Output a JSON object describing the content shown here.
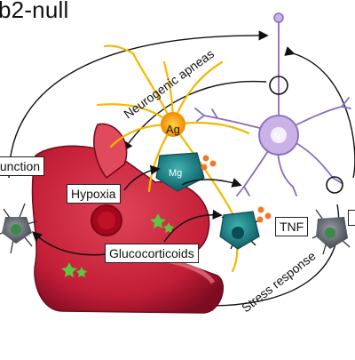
{
  "title": "b2-null",
  "labels": {
    "function": "function",
    "hypoxia": "Hypoxia",
    "glucocorticoids": "Glucocorticoids",
    "tnf": "TNF",
    "neurogenic_apneas": "Neurogenic apneas",
    "stress_response": "Stress response"
  },
  "cells": {
    "astrocyte": "Ag",
    "microglia": "Mg",
    "neuron": "N"
  },
  "colors": {
    "vessel": "#c8203a",
    "vessel_dark": "#8e0f25",
    "astrocyte": "#f5b800",
    "microglia": "#1f8a8e",
    "neuron": "#c9b3e6",
    "neuron_stroke": "#8a6cc0",
    "gray_cell": "#5a6068"
  }
}
